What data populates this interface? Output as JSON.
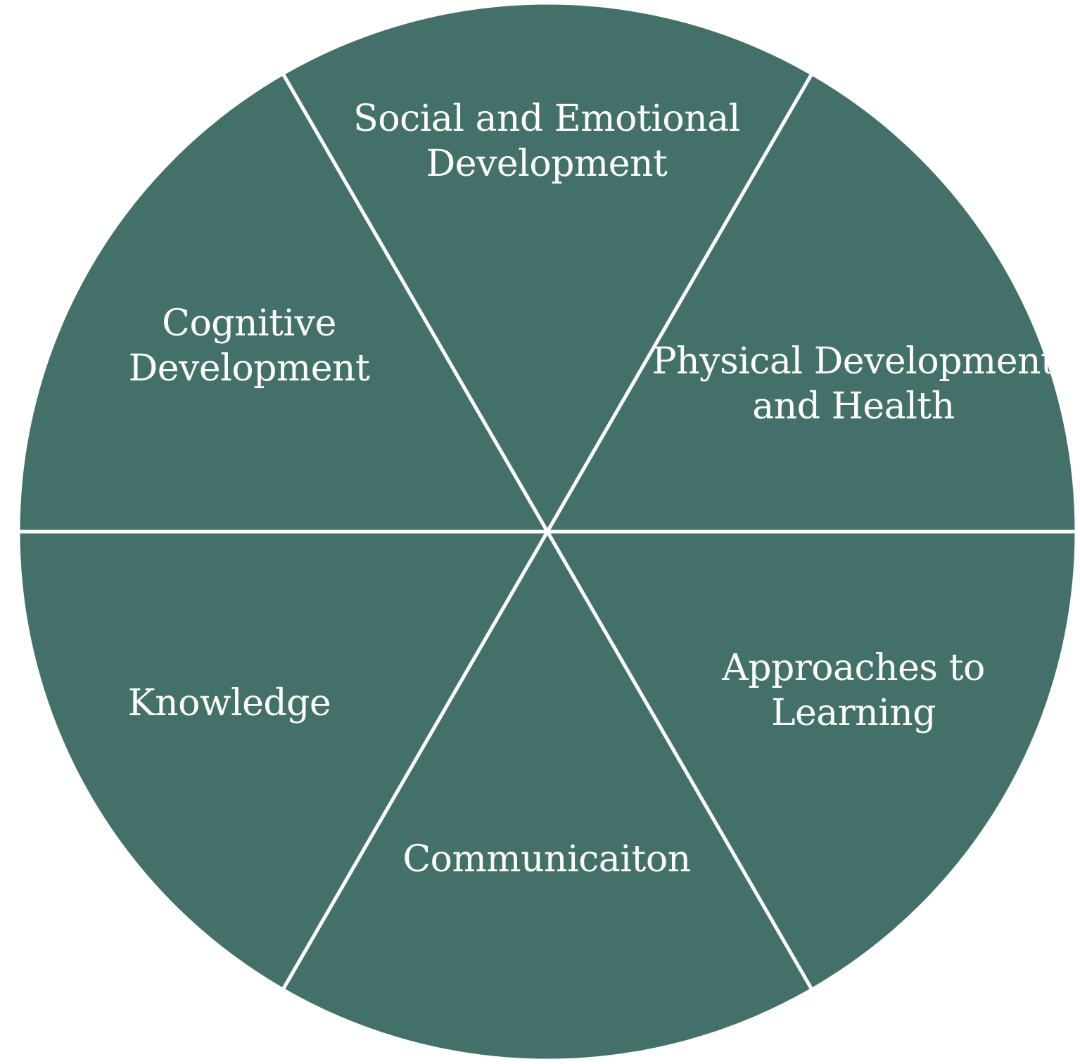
{
  "diagram": {
    "type": "segmented-wheel",
    "colors": {
      "segment_fill": "#43716A",
      "divider": "#ffffff",
      "label": "#ffffff",
      "background": "#ffffff"
    },
    "segments": [
      {
        "id": "social-emotional",
        "lines": [
          "Social and Emotional",
          "Development"
        ]
      },
      {
        "id": "physical",
        "lines": [
          "Physical Development",
          "and Health"
        ]
      },
      {
        "id": "approaches",
        "lines": [
          "Approaches to",
          "Learning"
        ]
      },
      {
        "id": "communication",
        "lines": [
          "Communicaiton"
        ]
      },
      {
        "id": "knowledge",
        "lines": [
          "Knowledge"
        ]
      },
      {
        "id": "cognitive",
        "lines": [
          "Cognitive",
          "Development"
        ]
      }
    ]
  }
}
